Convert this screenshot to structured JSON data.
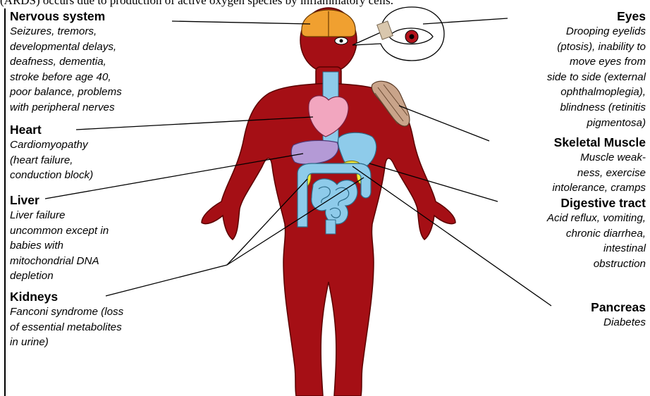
{
  "caption": "(ARDS) occurs due to production of active oxygen species by inflammatory cells.",
  "colors": {
    "body": "#a50f15",
    "body_outline": "#5a0000",
    "brain": "#f0a030",
    "heart": "#f2a6bf",
    "liver": "#b49ad6",
    "digestive": "#8ecbea",
    "kidney_pancreas": "#f5ea3a",
    "muscle": "#c9a48a"
  },
  "icons": [
    "brain-icon",
    "eye-icon",
    "heart-icon",
    "liver-icon",
    "stomach-icon",
    "intestine-icon",
    "kidney-icon",
    "muscle-icon"
  ],
  "callouts": [
    {
      "id": "nervous",
      "side": "left",
      "title": "Nervous system",
      "lines": [
        "Seizures, tremors,",
        "developmental delays,",
        "deafness, dementia,",
        "stroke before age 40,",
        "poor balance, problems",
        "with peripheral nerves"
      ]
    },
    {
      "id": "heart",
      "side": "left",
      "title": "Heart",
      "lines": [
        "Cardiomyopathy",
        "(heart failure,",
        "conduction block)"
      ]
    },
    {
      "id": "liver",
      "side": "left",
      "title": "Liver",
      "lines": [
        "Liver failure",
        "uncommon except in",
        "babies with",
        "mitochondrial DNA",
        "depletion"
      ]
    },
    {
      "id": "kidneys",
      "side": "left",
      "title": "Kidneys",
      "lines": [
        "Fanconi syndrome (loss",
        "of essential metabolites",
        "in urine)"
      ]
    },
    {
      "id": "eyes",
      "side": "right",
      "title": "Eyes",
      "lines": [
        "Drooping eyelids",
        "(ptosis), inability to",
        "move eyes from",
        "side to side (external",
        "ophthalmoplegia),",
        "blindness (retinitis",
        "pigmentosa)"
      ]
    },
    {
      "id": "skeletal",
      "side": "right",
      "title": "Skeletal Muscle",
      "lines": [
        "Muscle weak-",
        "ness, exercise",
        "intolerance, cramps"
      ]
    },
    {
      "id": "digestive",
      "side": "right",
      "title": "Digestive tract",
      "lines": [
        "Acid reflux, vomiting,",
        "chronic diarrhea,",
        "intestinal",
        "obstruction"
      ]
    },
    {
      "id": "pancreas",
      "side": "right",
      "title": "Pancreas",
      "lines": [
        "Diabetes"
      ]
    }
  ]
}
